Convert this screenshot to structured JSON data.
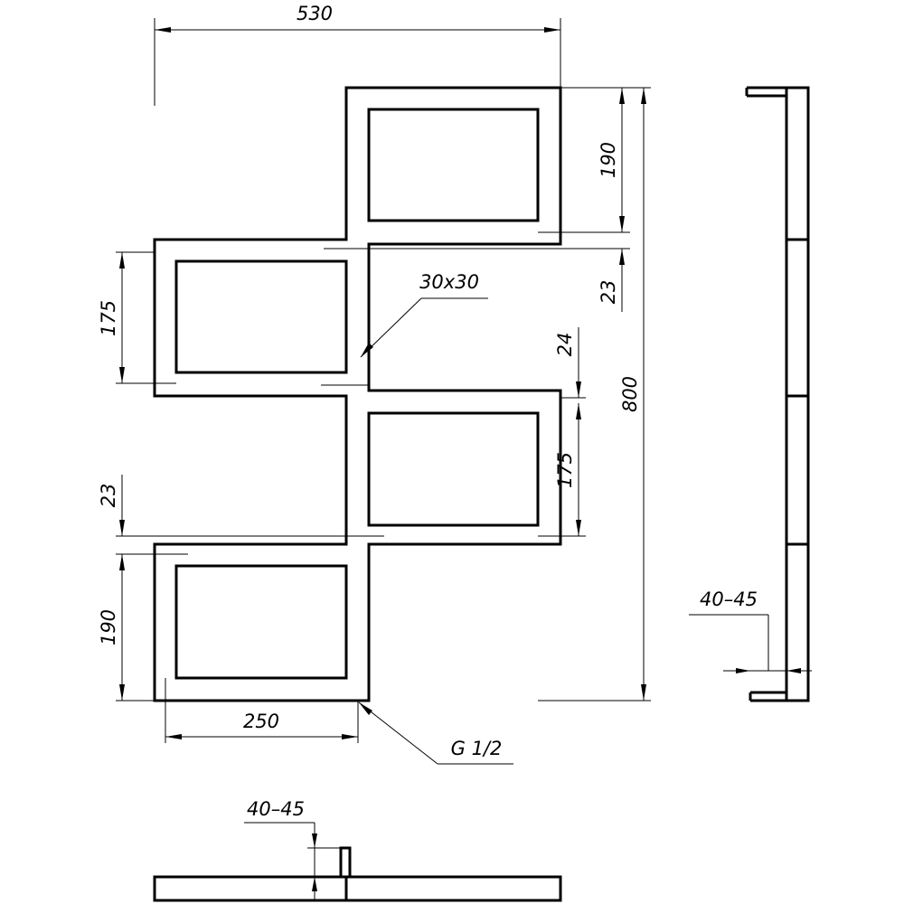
{
  "dimensions": {
    "overall_width": "530",
    "top_window_height": "190",
    "gap_upper": "23",
    "left_window_height": "175",
    "tube_size": "30x30",
    "gap_mid": "24",
    "right_window_height": "175",
    "overall_height": "800",
    "gap_lower": "23",
    "bottom_window_height": "190",
    "bottom_width": "250",
    "connection": "G 1/2",
    "side_offset": "40–45",
    "bottom_offset": "40–45"
  }
}
